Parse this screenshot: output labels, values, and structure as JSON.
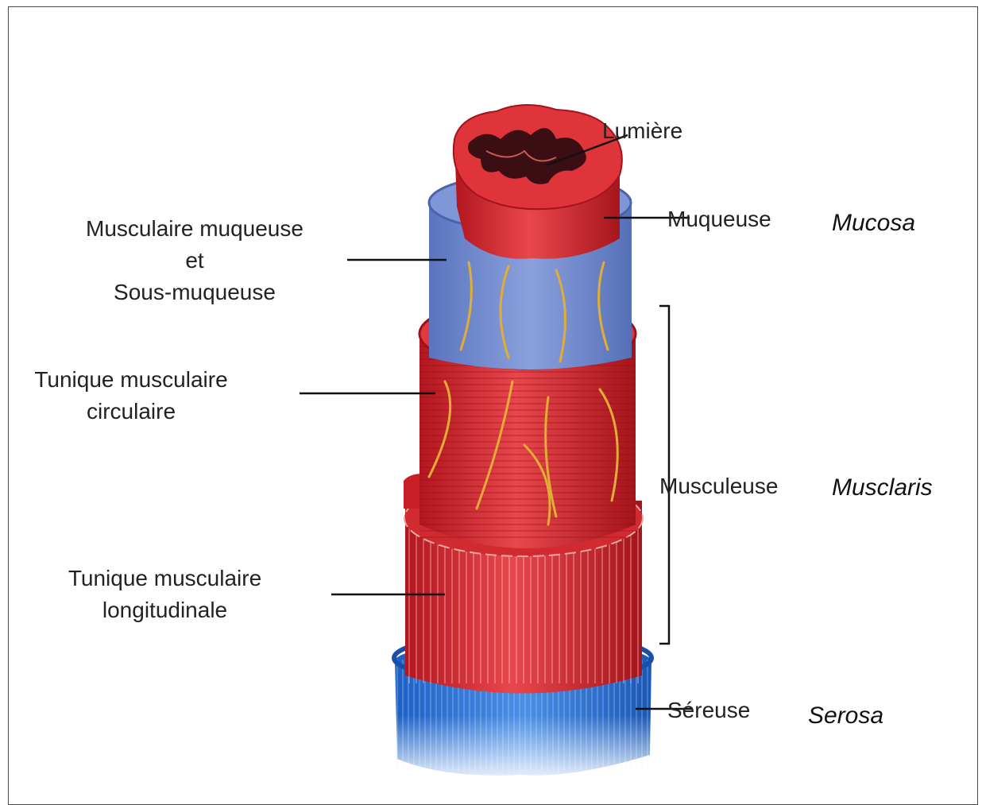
{
  "labels": {
    "lumiere": "Lumière",
    "muqueuse": "Muqueuse",
    "musculaire_muqueuse_line1": "Musculaire muqueuse",
    "musculaire_muqueuse_line2": "et",
    "musculaire_muqueuse_line3": "Sous-muqueuse",
    "tunique_circulaire_line1": "Tunique musculaire",
    "tunique_circulaire_line2": "circulaire",
    "musculeuse": "Musculeuse",
    "tunique_longitudinale_line1": "Tunique musculaire",
    "tunique_longitudinale_line2": "longitudinale",
    "sereuse": "Séreuse"
  },
  "english_labels": {
    "mucosa": "Mucosa",
    "muscularis": "Musclaris",
    "serosa": "Serosa"
  },
  "colors": {
    "muscle_red": "#d9262e",
    "muscle_dark": "#a3131b",
    "submucosa_blue": "#6f88c9",
    "serosa_blue": "#2f73d3",
    "vessel_yellow": "#e0b13a",
    "lumen_dark": "#3a0e12"
  }
}
